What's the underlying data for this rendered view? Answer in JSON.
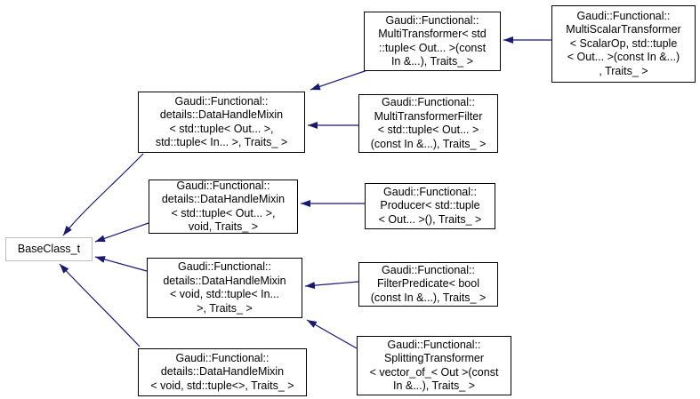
{
  "diagram_type": "class-inheritance-graph",
  "colors": {
    "arrow": "#191970",
    "box_border": "#000000",
    "base_box_border": "#bdbdbd",
    "box_bg": "#ffffff",
    "text": "#000000"
  },
  "nodes": {
    "base_class": {
      "label": "BaseClass_t"
    },
    "mixin_out_in": {
      "label": "Gaudi::Functional::\ndetails::DataHandleMixin\n< std::tuple< Out... >,\nstd::tuple< In... >, Traits_ >"
    },
    "mixin_out_void": {
      "label": "Gaudi::Functional::\ndetails::DataHandleMixin\n< std::tuple< Out... >,\nvoid, Traits_ >"
    },
    "mixin_void_in": {
      "label": "Gaudi::Functional::\ndetails::DataHandleMixin\n< void, std::tuple< In...\n>, Traits_ >"
    },
    "mixin_void_empty": {
      "label": "Gaudi::Functional::\ndetails::DataHandleMixin\n< void, std::tuple<>, Traits_ >"
    },
    "multi_transformer": {
      "label": "Gaudi::Functional::\nMultiTransformer< std\n::tuple< Out... >(const\nIn &...), Traits_ >"
    },
    "multi_scalar_transformer": {
      "label": "Gaudi::Functional::\nMultiScalarTransformer\n< ScalarOp, std::tuple\n< Out... >(const In &...)\n, Traits_ >"
    },
    "multi_transformer_filter": {
      "label": "Gaudi::Functional::\nMultiTransformerFilter\n< std::tuple< Out... >\n(const In &...), Traits_ >"
    },
    "producer": {
      "label": "Gaudi::Functional::\nProducer< std::tuple\n< Out... >(), Traits_ >"
    },
    "filter_predicate": {
      "label": "Gaudi::Functional::\nFilterPredicate< bool\n(const In &...), Traits_ >"
    },
    "splitting_transformer": {
      "label": "Gaudi::Functional::\nSplittingTransformer\n< vector_of_< Out >(const\nIn &...), Traits_ >"
    }
  },
  "edges": [
    {
      "from": "multi_scalar_transformer",
      "to": "multi_transformer"
    },
    {
      "from": "multi_transformer",
      "to": "mixin_out_in"
    },
    {
      "from": "multi_transformer_filter",
      "to": "mixin_out_in"
    },
    {
      "from": "producer",
      "to": "mixin_out_void"
    },
    {
      "from": "filter_predicate",
      "to": "mixin_void_in"
    },
    {
      "from": "splitting_transformer",
      "to": "mixin_void_in"
    },
    {
      "from": "mixin_out_in",
      "to": "base_class"
    },
    {
      "from": "mixin_out_void",
      "to": "base_class"
    },
    {
      "from": "mixin_void_in",
      "to": "base_class"
    },
    {
      "from": "mixin_void_empty",
      "to": "base_class"
    }
  ]
}
